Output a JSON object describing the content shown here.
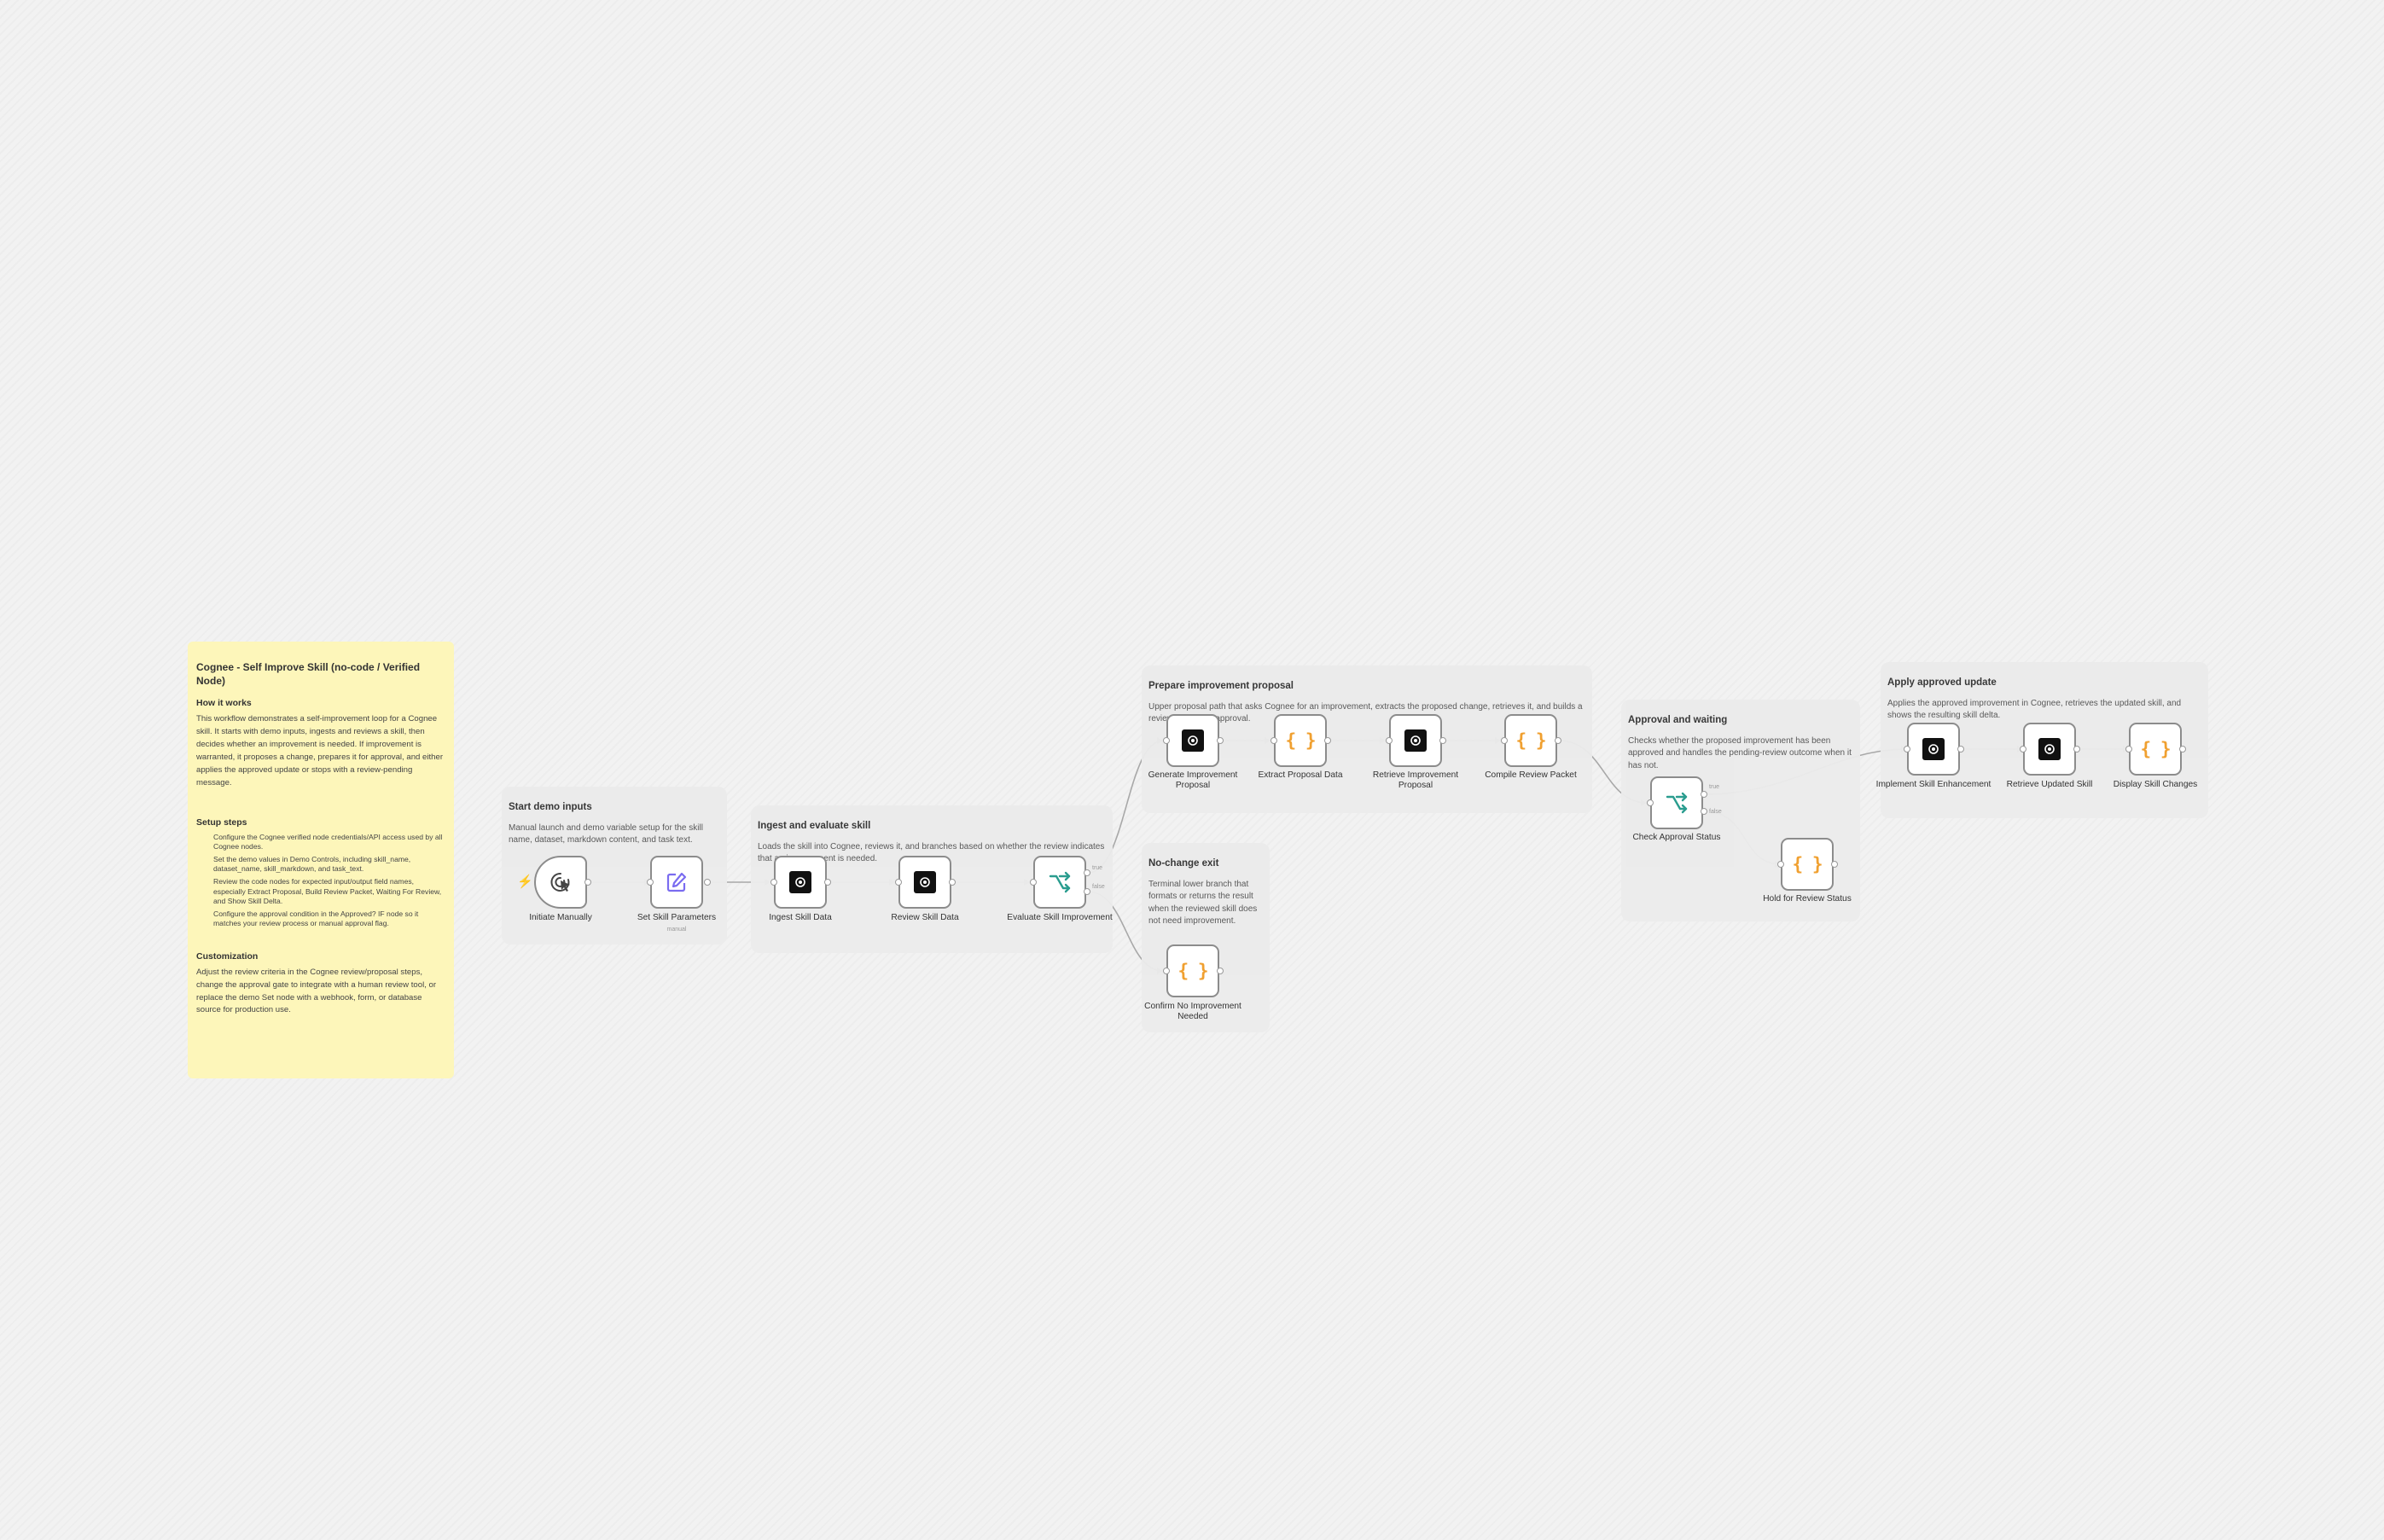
{
  "sticky": {
    "title": "Cognee - Self Improve Skill (no-code / Verified Node)",
    "how_title": "How it works",
    "how_text": "This workflow demonstrates a self-improvement loop for a Cognee skill. It starts with demo inputs, ingests and reviews a skill, then decides whether an improvement is needed. If improvement is warranted, it proposes a change, prepares it for approval, and either applies the approved update or stops with a review-pending message.",
    "setup_title": "Setup steps",
    "setup_steps": [
      "Configure the Cognee verified node credentials/API access used by all Cognee nodes.",
      "Set the demo values in Demo Controls, including skill_name, dataset_name, skill_markdown, and task_text.",
      "Review the code nodes for expected input/output field names, especially Extract Proposal, Build Review Packet, Waiting For Review, and Show Skill Delta.",
      "Configure the approval condition in the Approved? IF node so it matches your review process or manual approval flag."
    ],
    "custom_title": "Customization",
    "custom_text": "Adjust the review criteria in the Cognee review/proposal steps, change the approval gate to integrate with a human review tool, or replace the demo Set node with a webhook, form, or database source for production use."
  },
  "groups": {
    "start": {
      "title": "Start demo inputs",
      "desc": "Manual launch and demo variable setup for the skill name, dataset, markdown content, and task text."
    },
    "ingest": {
      "title": "Ingest and evaluate skill",
      "desc": "Loads the skill into Cognee, reviews it, and branches based on whether the review indicates that an improvement is needed."
    },
    "prepare": {
      "title": "Prepare improvement proposal",
      "desc": "Upper proposal path that asks Cognee for an improvement, extracts the proposed change, retrieves it, and builds a review packet for approval."
    },
    "nochange": {
      "title": "No-change exit",
      "desc": "Terminal lower branch that formats or returns the result when the reviewed skill does not need improvement."
    },
    "approval": {
      "title": "Approval and waiting",
      "desc": "Checks whether the proposed improvement has been approved and handles the pending-review outcome when it has not."
    },
    "apply": {
      "title": "Apply approved update",
      "desc": "Applies the approved improvement in Cognee, retrieves the updated skill, and shows the resulting skill delta."
    }
  },
  "nodes": {
    "initiate": {
      "label": "Initiate Manually",
      "icon": "cursor-click-icon"
    },
    "set_params": {
      "label": "Set Skill Parameters",
      "sub": "manual",
      "icon": "pencil-icon"
    },
    "ingest": {
      "label": "Ingest Skill Data",
      "icon": "cognee-icon"
    },
    "review": {
      "label": "Review Skill Data",
      "icon": "cognee-icon"
    },
    "evaluate": {
      "label": "Evaluate Skill Improvement",
      "icon": "if-branch-icon",
      "branch_true": "true",
      "branch_false": "false"
    },
    "generate": {
      "label": "Generate Improvement Proposal",
      "icon": "cognee-icon"
    },
    "extract": {
      "label": "Extract Proposal Data",
      "icon": "code-icon"
    },
    "retrieve_proposal": {
      "label": "Retrieve Improvement Proposal",
      "icon": "cognee-icon"
    },
    "compile": {
      "label": "Compile Review Packet",
      "icon": "code-icon"
    },
    "confirm_none": {
      "label": "Confirm No Improvement Needed",
      "icon": "code-icon"
    },
    "check_approval": {
      "label": "Check Approval Status",
      "icon": "if-branch-icon",
      "branch_true": "true",
      "branch_false": "false"
    },
    "hold": {
      "label": "Hold for Review Status",
      "icon": "code-icon"
    },
    "implement": {
      "label": "Implement Skill Enhancement",
      "icon": "cognee-icon"
    },
    "retrieve_updated": {
      "label": "Retrieve Updated Skill",
      "icon": "cognee-icon"
    },
    "display": {
      "label": "Display Skill Changes",
      "icon": "code-icon"
    }
  },
  "code_glyph": "{ }",
  "trigger_glyph": "⚡",
  "colors": {
    "sticky_bg": "#fdf6ba",
    "cognee": "#111111",
    "code": "#f0a030",
    "if_branch": "#2a9d8f",
    "set_icon": "#7a6cf0",
    "trigger": "#f08a24"
  }
}
